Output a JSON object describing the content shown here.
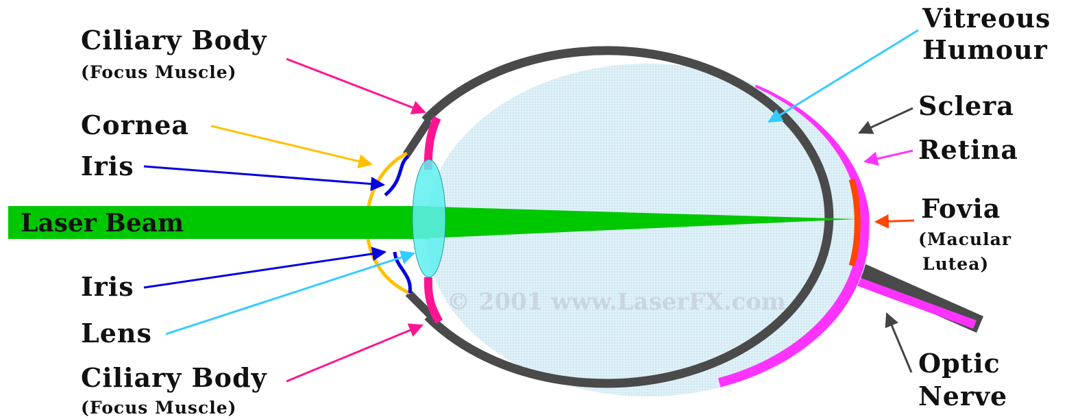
{
  "labels": {
    "ciliary_body_top": "Ciliary Body",
    "ciliary_body_top_sub": "(Focus Muscle)",
    "cornea": "Cornea",
    "iris_top": "Iris",
    "laser_beam": "Laser Beam",
    "iris_bottom": "Iris",
    "lens": "Lens",
    "ciliary_body_bottom": "Ciliary Body",
    "ciliary_body_bottom_sub": "(Focus Muscle)",
    "vitreous_line1": "Vitreous",
    "vitreous_line2": "Humour",
    "sclera": "Sclera",
    "retina": "Retina",
    "fovia": "Fovia",
    "fovia_sub1": "(Macular",
    "fovia_sub2": "Lutea)",
    "optic_line1": "Optic",
    "optic_line2": "Nerve"
  },
  "watermark": "© 2001 www.LaserFX.com",
  "colors": {
    "sclera": "#4a4a4a",
    "vitreous_fill": "#dff1f8",
    "retina": "#ff33ff",
    "ciliary": "#ff1493",
    "cornea": "#ffc000",
    "iris": "#0000e0",
    "lens": "#5ff0f0",
    "laser": "#00c800",
    "fovia": "#ff4500",
    "pointer_vitreous": "#33ccff",
    "pointer_sclera": "#444444",
    "pointer_lens": "#33ccff"
  }
}
